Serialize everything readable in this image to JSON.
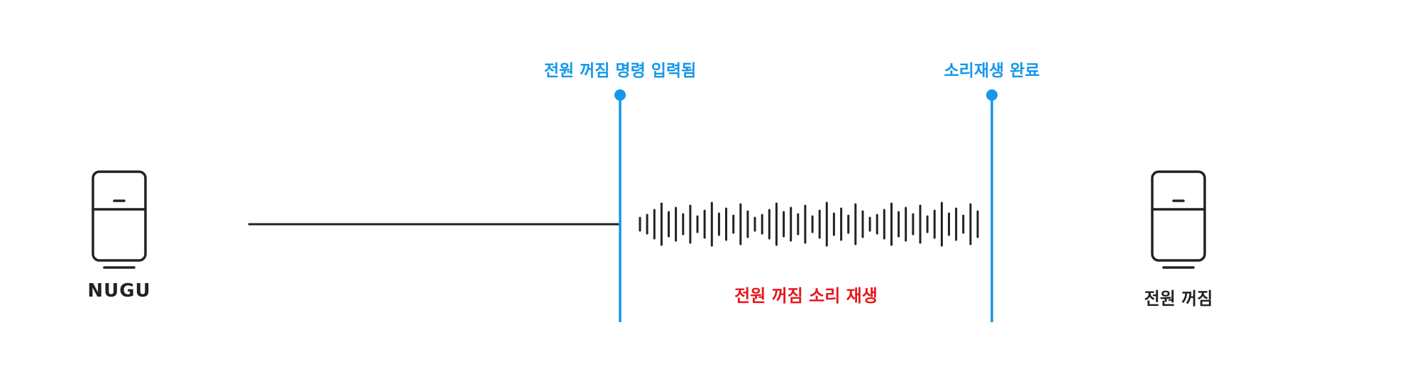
{
  "colors": {
    "accent_blue": "#1597ea",
    "highlight_red": "#e8161c",
    "ink": "#222222"
  },
  "left_device": {
    "icon": "refrigerator-icon",
    "label": "NUGU"
  },
  "right_device": {
    "icon": "refrigerator-icon",
    "label": "전원 꺼짐"
  },
  "markers": [
    {
      "label": "전원 꺼짐 명령 입력됨"
    },
    {
      "label": "소리재생 완료"
    }
  ],
  "sound": {
    "icon": "waveform-icon",
    "label": "전원 꺼짐 소리 재생"
  }
}
